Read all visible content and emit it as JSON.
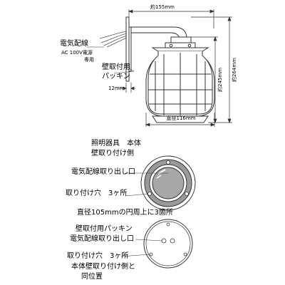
{
  "colors": {
    "line": "#333333",
    "cable": "#555555",
    "plate_fill": "#9a9a9a",
    "glass_fill": "#a8a8a8",
    "background": "#ffffff"
  },
  "top_view": {
    "dim_width": "約155mm",
    "dim_height_total": "約264mm",
    "dim_height_body": "約245mm",
    "dim_diameter": "直径116mm",
    "dim_flange": "12mm",
    "label_wiring": "電気配線",
    "label_voltage": "AC 100V電源",
    "label_dedicated": "専用",
    "label_packing_1": "壁取付用",
    "label_packing_2": "パッキン"
  },
  "front_view": {
    "heading_1": "照明器具　本体",
    "heading_2": "壁取り付け側",
    "label_outlet": "電気配線取り出し口",
    "label_holes": "取り付け穴　3ヶ所",
    "label_pcd": "直径105mmの円周上に3箇所"
  },
  "back_view": {
    "label_packing": "壁取付用パッキン",
    "label_outlet": "電気配線取り出し口",
    "label_holes_1": "取り付け穴　3ヶ所",
    "label_holes_2": "本体壁取り付け側と",
    "label_holes_3": "同位置"
  }
}
